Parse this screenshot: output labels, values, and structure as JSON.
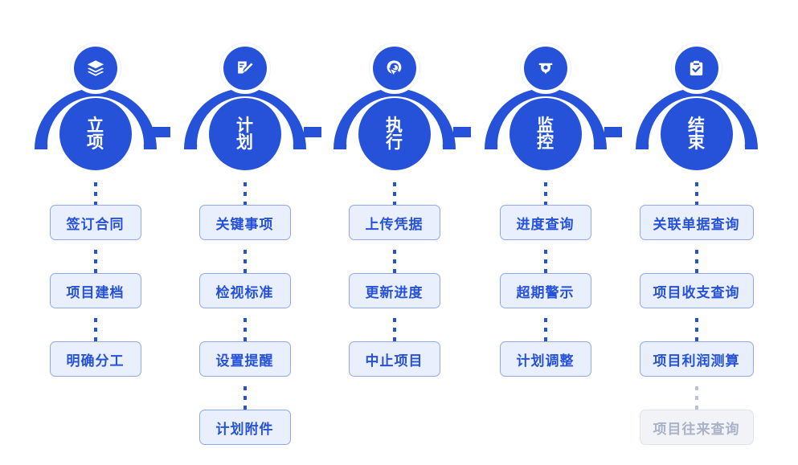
{
  "theme": {
    "primary": "#2552d9",
    "box_fill": "#e9effc",
    "box_border": "#8fa9ea",
    "muted_fill": "#f1f3f7",
    "muted_border": "#dfe3ec",
    "muted_text": "#a9b2c6",
    "background": "#ffffff"
  },
  "diagram": {
    "type": "process-flow",
    "stage_count": 5,
    "stages": [
      {
        "label": "立项",
        "icon": "layers-icon",
        "tasks": [
          {
            "label": "签订合同",
            "state": "active"
          },
          {
            "label": "项目建档",
            "state": "active"
          },
          {
            "label": "明确分工",
            "state": "active"
          }
        ]
      },
      {
        "label": "计划",
        "icon": "document-edit-icon",
        "tasks": [
          {
            "label": "关键事项",
            "state": "active"
          },
          {
            "label": "检视标准",
            "state": "active"
          },
          {
            "label": "设置提醒",
            "state": "active"
          },
          {
            "label": "计划附件",
            "state": "active"
          }
        ]
      },
      {
        "label": "执行",
        "icon": "target-cursor-icon",
        "tasks": [
          {
            "label": "上传凭据",
            "state": "active"
          },
          {
            "label": "更新进度",
            "state": "active"
          },
          {
            "label": "中止项目",
            "state": "active"
          }
        ]
      },
      {
        "label": "监控",
        "icon": "security-camera-icon",
        "tasks": [
          {
            "label": "进度查询",
            "state": "active"
          },
          {
            "label": "超期警示",
            "state": "active"
          },
          {
            "label": "计划调整",
            "state": "active"
          }
        ]
      },
      {
        "label": "结束",
        "icon": "clipboard-check-icon",
        "tasks": [
          {
            "label": "关联单据查询",
            "state": "active"
          },
          {
            "label": "项目收支查询",
            "state": "active"
          },
          {
            "label": "项目利润测算",
            "state": "active"
          },
          {
            "label": "项目往来查询",
            "state": "disabled"
          }
        ]
      }
    ]
  }
}
